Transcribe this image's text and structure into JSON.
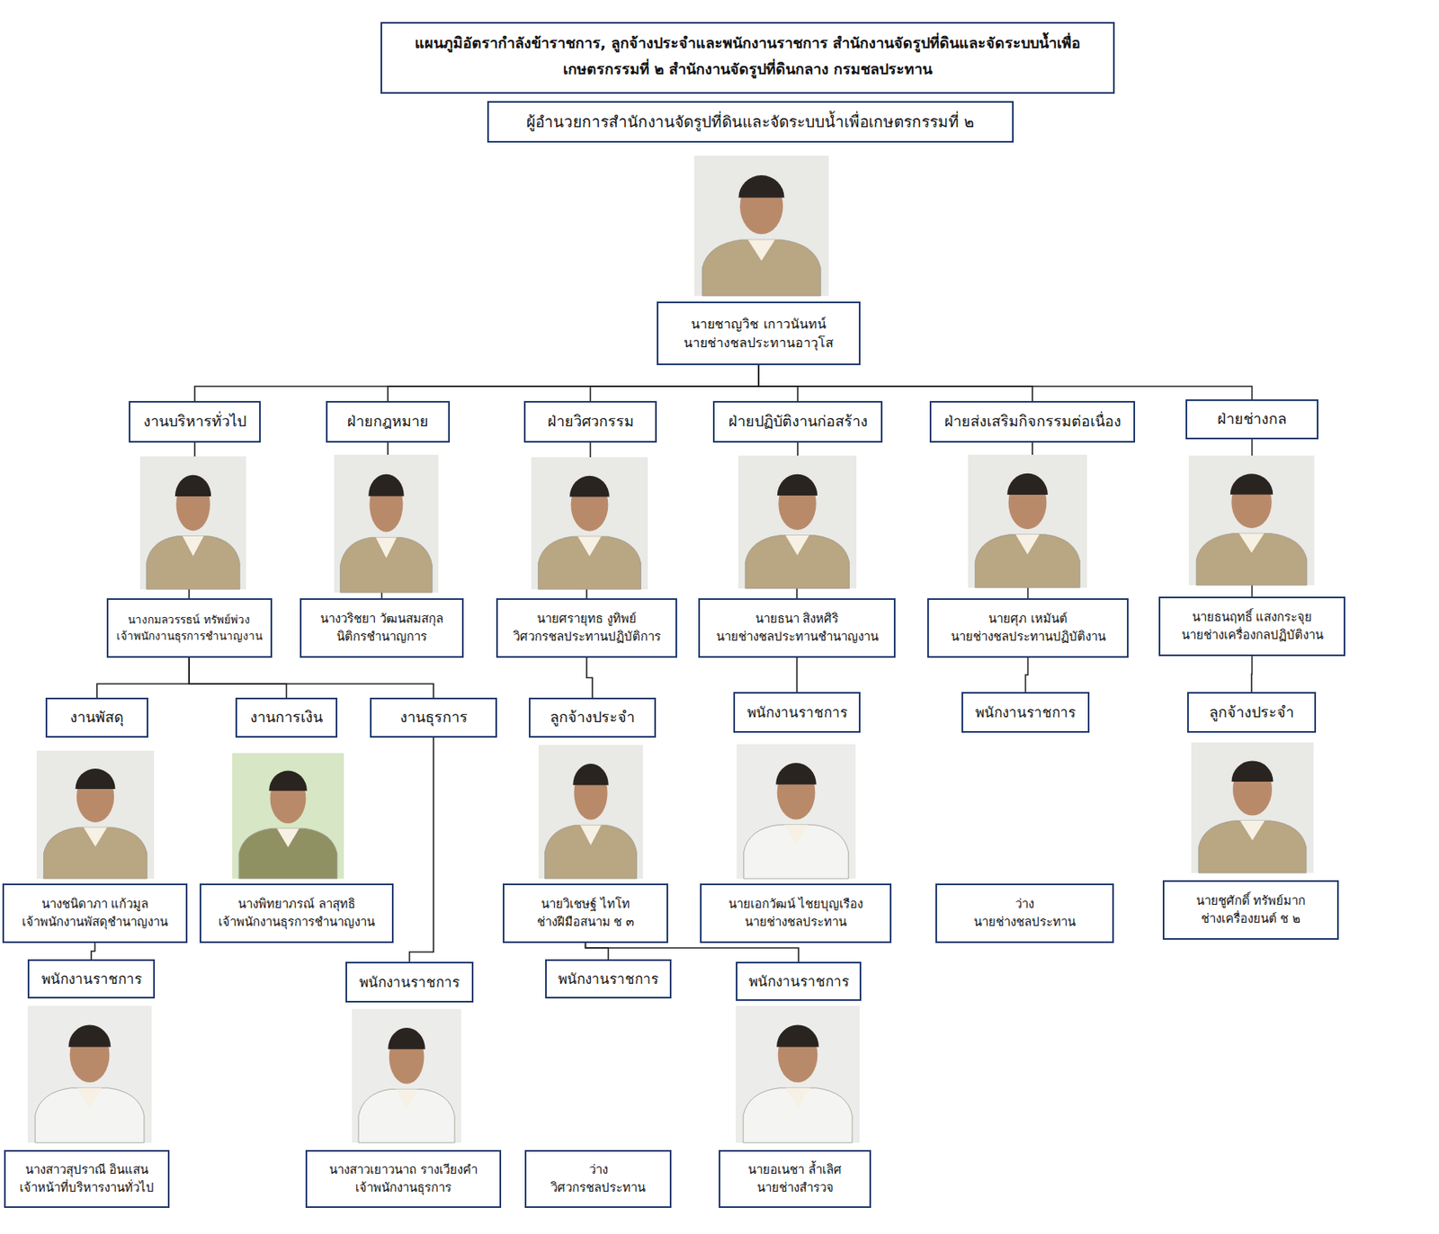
{
  "diagram": {
    "title": "แผนภูมิอัตรากำลังข้าราชการ, ลูกจ้างประจำและพนักงานราชการ สำนักงานจัดรูปที่ดินและจัดระบบน้ำเพื่อเกษตรกรรมที่ ๒ สำนักงานจัดรูปที่ดินกลาง กรมชลประทาน",
    "nodes": [
      {
        "text": [
          "ผู้อำนวยการสำนักงานจัดรูปที่ดินและจัดระบบน้ำเพื่อเกษตรกรรมที่ ๒"
        ]
      },
      {
        "text": [
          "นายชาญวิช เกาวนันทน์",
          "นายช่างชลประทานอาวุโส"
        ]
      },
      {
        "text": [
          "งานบริหารทั่วไป"
        ]
      },
      {
        "text": [
          "ฝ่ายกฎหมาย"
        ]
      },
      {
        "text": [
          "ฝ่ายวิศวกรรม"
        ]
      },
      {
        "text": [
          "ฝ่ายปฏิบัติงานก่อสร้าง"
        ]
      },
      {
        "text": [
          "ฝ่ายส่งเสริมกิจกรรมต่อเนื่อง"
        ]
      },
      {
        "text": [
          "ฝ่ายช่างกล"
        ]
      },
      {
        "text": [
          "นางกมลวรรธน์ ทรัพย์พ่วง",
          "เจ้าพนักงานธุรการชำนาญงาน"
        ]
      },
      {
        "text": [
          "นางวริชยา วัฒนสมสกุล",
          "นิติกรชำนาญการ"
        ]
      },
      {
        "text": [
          "นายศรายุทธ งูทิพย์",
          "วิศวกรชลประทานปฏิบัติการ"
        ]
      },
      {
        "text": [
          "นายธนา สิงหศิริ",
          "นายช่างชลประทานชำนาญงาน"
        ]
      },
      {
        "text": [
          "นายศุภ เหมันต์",
          "นายช่างชลประทานปฏิบัติงาน"
        ]
      },
      {
        "text": [
          "นายธนฤทธิ์ แสงกระจุย",
          "นายช่างเครื่องกลปฏิบัติงาน"
        ]
      },
      {
        "text": [
          "งานพัสดุ"
        ]
      },
      {
        "text": [
          "งานการเงิน"
        ]
      },
      {
        "text": [
          "งานธุรการ"
        ]
      },
      {
        "text": [
          "ลูกจ้างประจำ"
        ]
      },
      {
        "text": [
          "พนักงานราชการ"
        ]
      },
      {
        "text": [
          "พนักงานราชการ"
        ]
      },
      {
        "text": [
          "ลูกจ้างประจำ"
        ]
      },
      {
        "text": [
          "นางชนิดาภา แก้วมูล",
          "เจ้าพนักงานพัสดุชำนาญงาน"
        ]
      },
      {
        "text": [
          "นางพิทยาภรณ์ ลาสุทธิ",
          "เจ้าพนักงานธุรการชำนาญงาน"
        ]
      },
      {
        "text": [
          "นายวิเชษฐ์ ไทโท",
          "ช่างฝีมือสนาม ช ๓"
        ]
      },
      {
        "text": [
          "นายเอกวัฒน์ ไชยบุญเรือง",
          "นายช่างชลประทาน"
        ]
      },
      {
        "text": [
          "ว่าง",
          "นายช่างชลประทาน"
        ]
      },
      {
        "text": [
          "นายชูศักดิ์ ทรัพย์มาก",
          "ช่างเครื่องยนต์ ช ๒"
        ]
      },
      {
        "text": [
          "พนักงานราชการ"
        ]
      },
      {
        "text": [
          "พนักงานราชการ"
        ]
      },
      {
        "text": [
          "พนักงานราชการ"
        ]
      },
      {
        "text": [
          "พนักงานราชการ"
        ]
      },
      {
        "text": [
          "นางสาวสุปราณี อินแสน",
          "เจ้าหน้าที่บริหารงานทั่วไป"
        ]
      },
      {
        "text": [
          "นางสาวเยาวนาถ รางเวียงคำ",
          "เจ้าพนักงานธุรการ"
        ]
      },
      {
        "text": [
          "ว่าง",
          "วิศวกรชลประทาน"
        ]
      },
      {
        "text": [
          "นายอเนชา ล้ำเลิศ",
          "นายช่างสำรวจ"
        ]
      }
    ],
    "edges": [
      {
        "from": 1,
        "to": 2,
        "arrow": "none"
      },
      {
        "from": 1,
        "to": 3,
        "arrow": "none"
      },
      {
        "from": 1,
        "to": 4,
        "arrow": "none"
      },
      {
        "from": 1,
        "to": 5,
        "arrow": "none"
      },
      {
        "from": 1,
        "to": 6,
        "arrow": "none"
      },
      {
        "from": 1,
        "to": 7,
        "arrow": "none"
      },
      {
        "from": 2,
        "to": 8,
        "arrow": "none"
      },
      {
        "from": 3,
        "to": 9,
        "arrow": "none"
      },
      {
        "from": 4,
        "to": 10,
        "arrow": "none"
      },
      {
        "from": 5,
        "to": 11,
        "arrow": "none"
      },
      {
        "from": 6,
        "to": 12,
        "arrow": "none"
      },
      {
        "from": 7,
        "to": 13,
        "arrow": "none"
      },
      {
        "from": 8,
        "to": 14,
        "arrow": "none"
      },
      {
        "from": 8,
        "to": 15,
        "arrow": "none"
      },
      {
        "from": 8,
        "to": 16,
        "arrow": "none"
      },
      {
        "from": 10,
        "to": 17,
        "arrow": "none"
      },
      {
        "from": 11,
        "to": 18,
        "arrow": "none"
      },
      {
        "from": 12,
        "to": 19,
        "arrow": "none"
      },
      {
        "from": 13,
        "to": 20,
        "arrow": "none"
      },
      {
        "from": 16,
        "to": 28,
        "arrow": "none"
      },
      {
        "from": 21,
        "to": 27,
        "arrow": "none"
      },
      {
        "from": 23,
        "to": 29,
        "arrow": "none"
      },
      {
        "from": 23,
        "to": 30,
        "arrow": "none"
      }
    ]
  }
}
